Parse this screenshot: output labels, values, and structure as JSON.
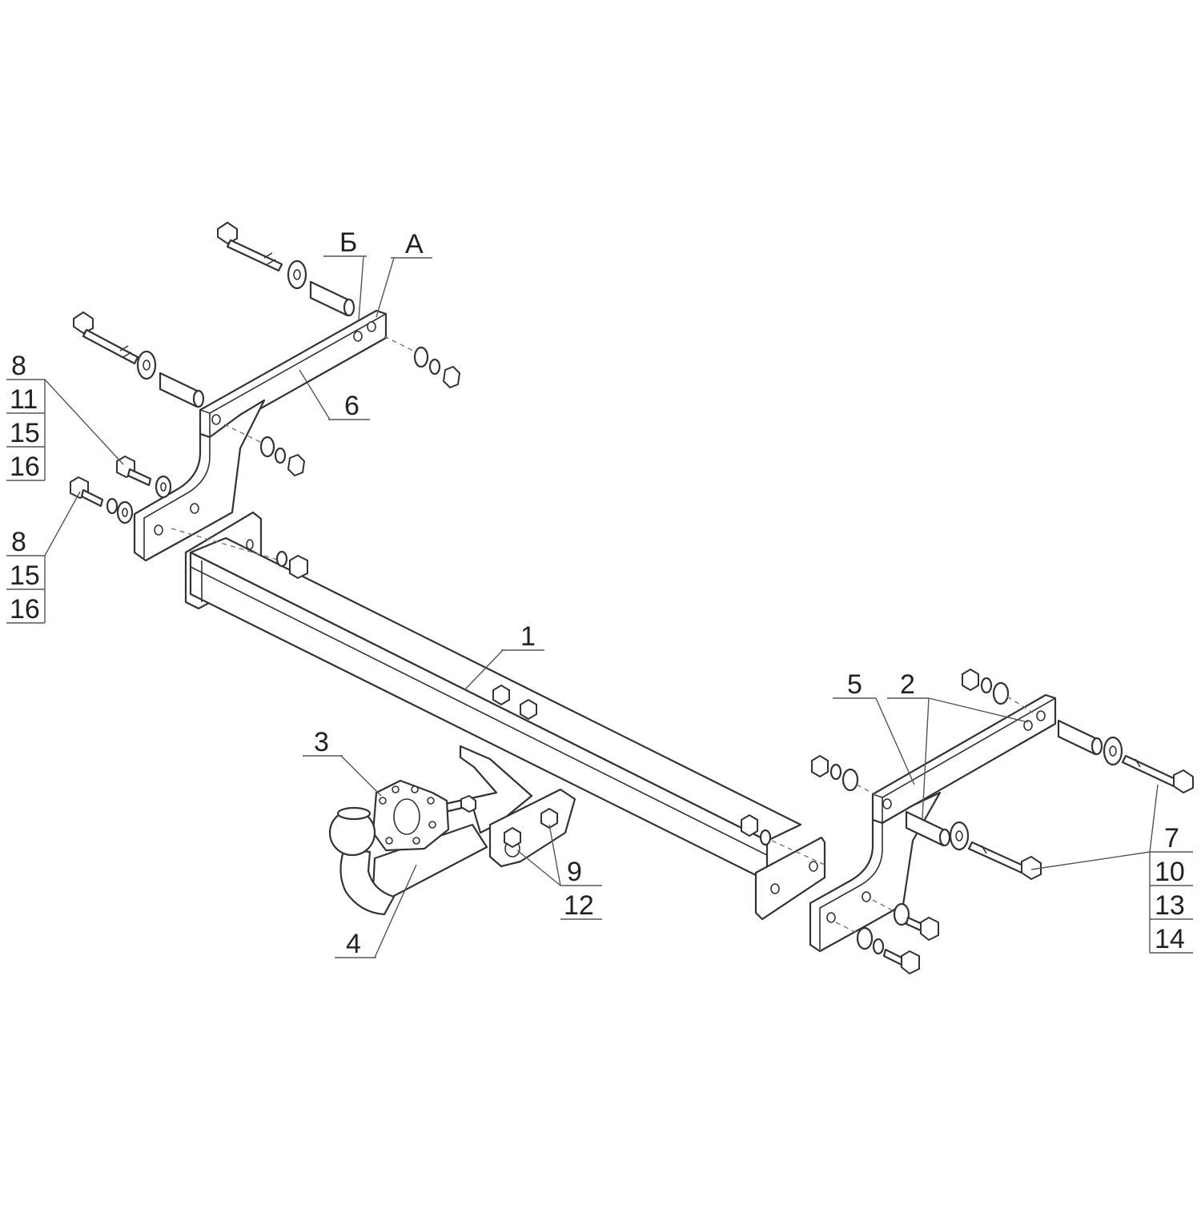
{
  "diagram": {
    "callouts": [
      {
        "id": "b",
        "text": "Б"
      },
      {
        "id": "a",
        "text": "А"
      },
      {
        "id": "p6",
        "text": "6"
      },
      {
        "id": "l8a",
        "text": "8"
      },
      {
        "id": "l11",
        "text": "11"
      },
      {
        "id": "l15a",
        "text": "15"
      },
      {
        "id": "l16a",
        "text": "16"
      },
      {
        "id": "l8b",
        "text": "8"
      },
      {
        "id": "l15b",
        "text": "15"
      },
      {
        "id": "l16b",
        "text": "16"
      },
      {
        "id": "p1",
        "text": "1"
      },
      {
        "id": "p3",
        "text": "3"
      },
      {
        "id": "p4",
        "text": "4"
      },
      {
        "id": "p9",
        "text": "9"
      },
      {
        "id": "p12",
        "text": "12"
      },
      {
        "id": "p5",
        "text": "5"
      },
      {
        "id": "p2",
        "text": "2"
      },
      {
        "id": "r7",
        "text": "7"
      },
      {
        "id": "r10",
        "text": "10"
      },
      {
        "id": "r13",
        "text": "13"
      },
      {
        "id": "r14",
        "text": "14"
      }
    ]
  }
}
